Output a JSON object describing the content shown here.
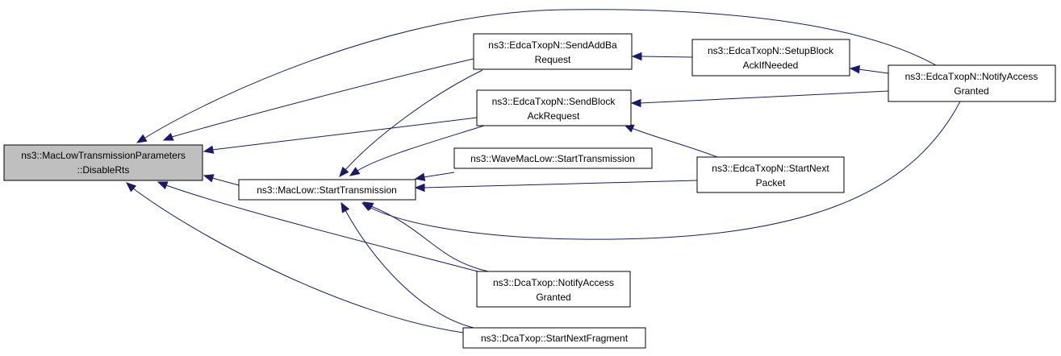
{
  "colors": {
    "edge": "#191970",
    "root_fill": "#bfbfbf",
    "node_fill": "#ffffff",
    "border": "#000000"
  },
  "nodes": {
    "disable_rts": {
      "lines": [
        "ns3::MacLowTransmissionParameters",
        "::DisableRts"
      ],
      "root": true
    },
    "maclow_start": {
      "lines": [
        "ns3::MacLow::StartTransmission"
      ]
    },
    "send_addba": {
      "lines": [
        "ns3::EdcaTxopN::SendAddBa",
        "Request"
      ]
    },
    "send_blockack": {
      "lines": [
        "ns3::EdcaTxopN::SendBlock",
        "AckRequest"
      ]
    },
    "wave_start": {
      "lines": [
        "ns3::WaveMacLow::StartTransmission"
      ]
    },
    "dca_notify": {
      "lines": [
        "ns3::DcaTxop::NotifyAccess",
        "Granted"
      ]
    },
    "dca_fragment": {
      "lines": [
        "ns3::DcaTxop::StartNextFragment"
      ]
    },
    "setup_block": {
      "lines": [
        "ns3::EdcaTxopN::SetupBlock",
        "AckIfNeeded"
      ]
    },
    "edca_start_next": {
      "lines": [
        "ns3::EdcaTxopN::StartNext",
        "Packet"
      ]
    },
    "edca_notify": {
      "lines": [
        "ns3::EdcaTxopN::NotifyAccess",
        "Granted"
      ]
    }
  },
  "edges": [
    {
      "from": "maclow_start",
      "to": "disable_rts"
    },
    {
      "from": "send_addba",
      "to": "disable_rts"
    },
    {
      "from": "send_blockack",
      "to": "disable_rts"
    },
    {
      "from": "dca_notify",
      "to": "disable_rts"
    },
    {
      "from": "dca_fragment",
      "to": "disable_rts"
    },
    {
      "from": "edca_notify",
      "to": "disable_rts"
    },
    {
      "from": "send_addba",
      "to": "maclow_start"
    },
    {
      "from": "send_blockack",
      "to": "maclow_start"
    },
    {
      "from": "wave_start",
      "to": "maclow_start"
    },
    {
      "from": "edca_start_next",
      "to": "maclow_start"
    },
    {
      "from": "edca_notify",
      "to": "maclow_start"
    },
    {
      "from": "dca_notify",
      "to": "maclow_start"
    },
    {
      "from": "dca_fragment",
      "to": "maclow_start"
    },
    {
      "from": "setup_block",
      "to": "send_addba"
    },
    {
      "from": "edca_notify",
      "to": "send_blockack"
    },
    {
      "from": "edca_start_next",
      "to": "send_blockack"
    },
    {
      "from": "edca_notify",
      "to": "setup_block"
    }
  ]
}
